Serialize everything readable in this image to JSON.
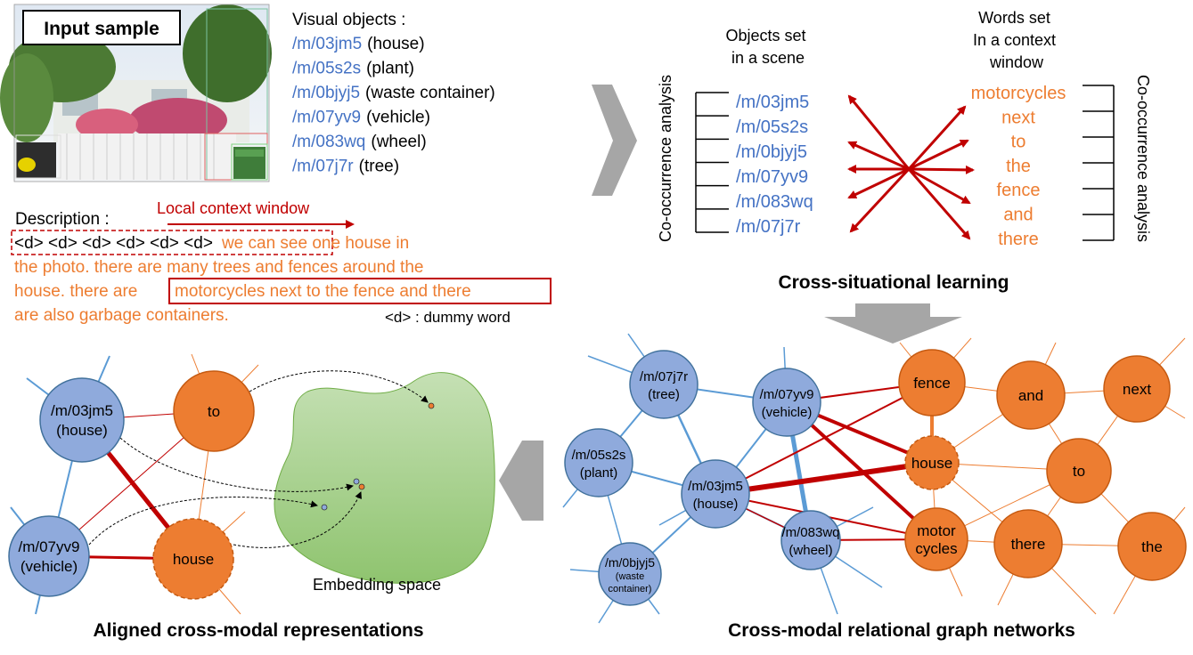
{
  "input_panel": {
    "label": "Input sample",
    "visual_objects_title": "Visual objects :",
    "objects": [
      {
        "id": "/m/03jm5",
        "name": "(house)"
      },
      {
        "id": "/m/05s2s",
        "name": "(plant)"
      },
      {
        "id": "/m/0bjyj5",
        "name": "(waste container)"
      },
      {
        "id": "/m/07yv9",
        "name": "(vehicle)"
      },
      {
        "id": "/m/083wq",
        "name": "(wheel)"
      },
      {
        "id": "/m/07j7r",
        "name": "(tree)"
      }
    ],
    "description_label": "Description :",
    "context_window_label": "Local context window",
    "dummy_tokens": "<d> <d> <d> <d> <d> <d>",
    "desc_line1_rest": "we can see one house in",
    "desc_line2": "the photo. there are many trees and fences around the",
    "desc_line3_pre": "house. there are",
    "desc_highlight": "motorcycles next to the fence and there",
    "desc_line4": "are also garbage containers.",
    "dummy_note": "<d> : dummy word"
  },
  "csl_panel": {
    "objects_header": [
      "Objects set",
      "in a scene"
    ],
    "words_header": [
      "Words set",
      "In a context",
      "window"
    ],
    "axis_label": "Co-occurrence analysis",
    "objects": [
      "/m/03jm5",
      "/m/05s2s",
      "/m/0bjyj5",
      "/m/07yv9",
      "/m/083wq",
      "/m/07j7r"
    ],
    "words": [
      "motorcycles",
      "next",
      "to",
      "the",
      "fence",
      "and",
      "there"
    ],
    "title": "Cross-situational learning"
  },
  "graph_panel": {
    "title": "Cross-modal relational graph networks",
    "nodes": [
      {
        "id": "tree",
        "kind": "obj",
        "lines": [
          "/m/07j7r",
          "(tree)"
        ]
      },
      {
        "id": "vehicle",
        "kind": "obj",
        "lines": [
          "/m/07yv9",
          "(vehicle)"
        ]
      },
      {
        "id": "plant",
        "kind": "obj",
        "lines": [
          "/m/05s2s",
          "(plant)"
        ]
      },
      {
        "id": "house_obj",
        "kind": "obj",
        "lines": [
          "/m/03jm5",
          "(house)"
        ]
      },
      {
        "id": "wheel",
        "kind": "obj",
        "lines": [
          "/m/083wq",
          "(wheel)"
        ]
      },
      {
        "id": "waste",
        "kind": "obj",
        "lines": [
          "/m/0bjyj5",
          "(waste",
          "container)"
        ]
      },
      {
        "id": "fence",
        "kind": "word",
        "lines": [
          "fence"
        ]
      },
      {
        "id": "house_word",
        "kind": "word",
        "lines": [
          "house"
        ]
      },
      {
        "id": "motorcycles",
        "kind": "word",
        "lines": [
          "motor",
          "cycles"
        ]
      },
      {
        "id": "and",
        "kind": "word",
        "lines": [
          "and"
        ]
      },
      {
        "id": "next",
        "kind": "word",
        "lines": [
          "next"
        ]
      },
      {
        "id": "to",
        "kind": "word",
        "lines": [
          "to"
        ]
      },
      {
        "id": "there",
        "kind": "word",
        "lines": [
          "there"
        ]
      },
      {
        "id": "the",
        "kind": "word",
        "lines": [
          "the"
        ]
      }
    ]
  },
  "aligned_panel": {
    "title": "Aligned cross-modal representations",
    "embedding_label": "Embedding space",
    "nodes": [
      {
        "id": "house_obj",
        "kind": "obj",
        "lines": [
          "/m/03jm5",
          "(house)"
        ]
      },
      {
        "id": "to",
        "kind": "word",
        "lines": [
          "to"
        ]
      },
      {
        "id": "vehicle",
        "kind": "obj",
        "lines": [
          "/m/07yv9",
          "(vehicle)"
        ]
      },
      {
        "id": "house_word",
        "kind": "word",
        "lines": [
          "house"
        ]
      }
    ]
  },
  "colors": {
    "blue_text": "#4472c4",
    "orange_text": "#ed7d31",
    "node_blue": "#8faadc",
    "node_orange": "#ed7d31",
    "red": "#c00000",
    "edge_blue": "#5b9bd5",
    "gray_arrow": "#a6a6a6",
    "embed_green": "#a9d18e"
  }
}
